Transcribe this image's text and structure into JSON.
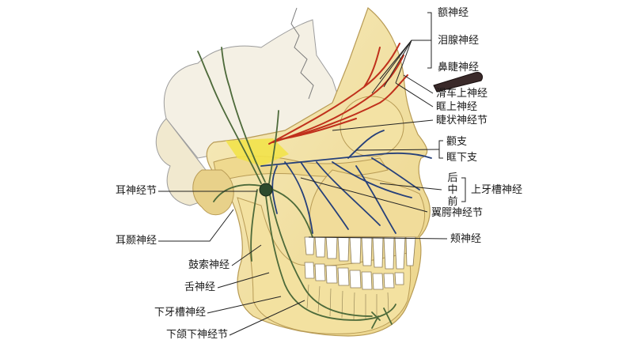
{
  "labels_right": {
    "e_shen_jing": "额神经",
    "lei_xian_shen_jing": "泪腺神经",
    "bi_jie_shen_jing": "鼻睫神经",
    "hua_che_shang_shen_jing": "滑车上神经",
    "kuang_shang_shen_jing": "眶上神经",
    "jie_zhuang_shen_jing_jie": "睫状神经节",
    "nie_zhi": "颧支",
    "kuang_xia_zhi": "眶下支",
    "hou": "后",
    "zhong": "中",
    "qian": "前",
    "shang_ya_cao_shen_jing": "上牙槽神经",
    "yi_e_shen_jing_jie": "翼腭神经节",
    "jia_shen_jing": "颊神经"
  },
  "labels_left": {
    "er_shen_jing_jie": "耳神经节",
    "er_nie_shen_jing": "耳颞神经",
    "gu_suo_shen_jing": "鼓索神经",
    "she_shen_jing": "舌神经",
    "xia_ya_cao_shen_jing": "下牙槽神经",
    "xia_he_xia_shen_jing_jie": "下颌下神经节"
  },
  "colors": {
    "bone": "#f5e6a8",
    "bone_shadow": "#e9cf7a",
    "bone_outline": "#b89b55",
    "nerve_green": "#4d6a3a",
    "nerve_blue": "#26407a",
    "nerve_red": "#c0301c",
    "ganglion_yellow": "#f2e24a",
    "teeth": "#ffffff",
    "leader": "#222222"
  }
}
